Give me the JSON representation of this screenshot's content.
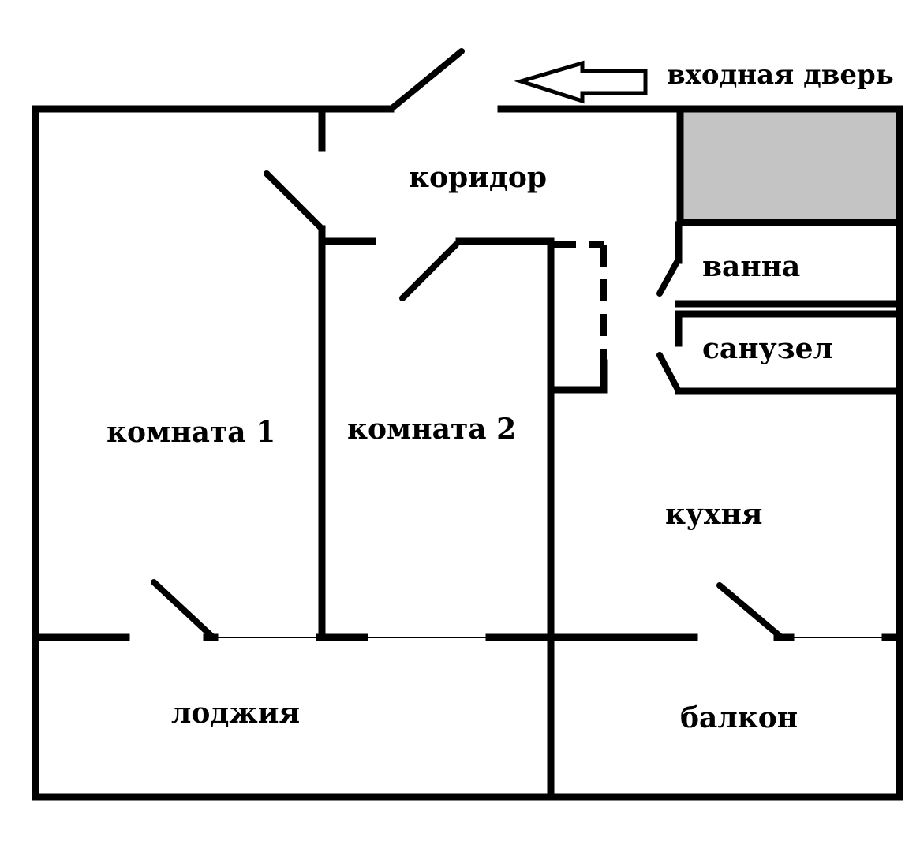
{
  "colors": {
    "walls": "#000000",
    "background": "#ffffff",
    "storage_fill": "#c4c4c4"
  },
  "entrance": {
    "label": "входная дверь",
    "icon": "arrow-left-icon"
  },
  "rooms": {
    "corridor": "коридор",
    "room1": "комната 1",
    "room2": "комната 2",
    "bath": "ванна",
    "wc": "санузел",
    "kitchen": "кухня",
    "loggia": "лоджия",
    "balcony": "балкон"
  }
}
